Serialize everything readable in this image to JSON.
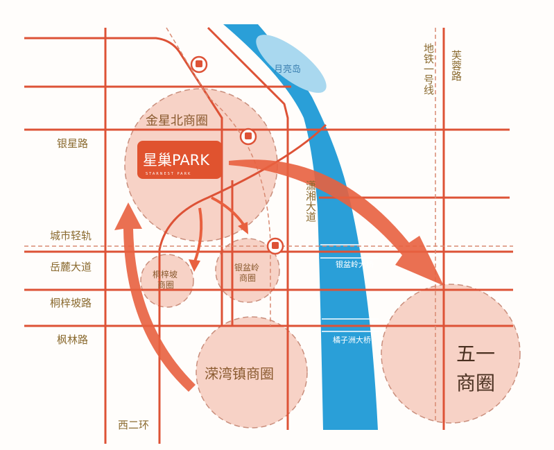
{
  "river": {
    "island_label": "月亮岛",
    "bridges": [
      "银盆岭大桥",
      "橘子洲大桥"
    ]
  },
  "roads": [
    "银星路",
    "城市轻轨",
    "岳麓大道",
    "桐梓坡路",
    "枫林路",
    "西二环",
    "潇湘大道",
    "地铁一号线",
    "芙蓉路"
  ],
  "districts": {
    "jinxingbei": "金星北商圈",
    "tongzipo": [
      "桐梓坡",
      "商圈"
    ],
    "yinpenling": [
      "银盆岭",
      "商圈"
    ],
    "rongwan": "溁湾镇商圈",
    "wuyi": [
      "五一",
      "商圈"
    ]
  },
  "logo": {
    "text": "星巢PARK",
    "subtitle": "STARNEST PARK"
  },
  "icons": [
    "metro-station-icon",
    "metro-station-icon",
    "metro-station-icon"
  ],
  "colors": {
    "road": "#dd5236",
    "river": "#2a9fd8",
    "island": "#a9d8ef",
    "circle": "#f5c7b9",
    "arrow": "#e8603f",
    "label": "#8a6a2f"
  }
}
